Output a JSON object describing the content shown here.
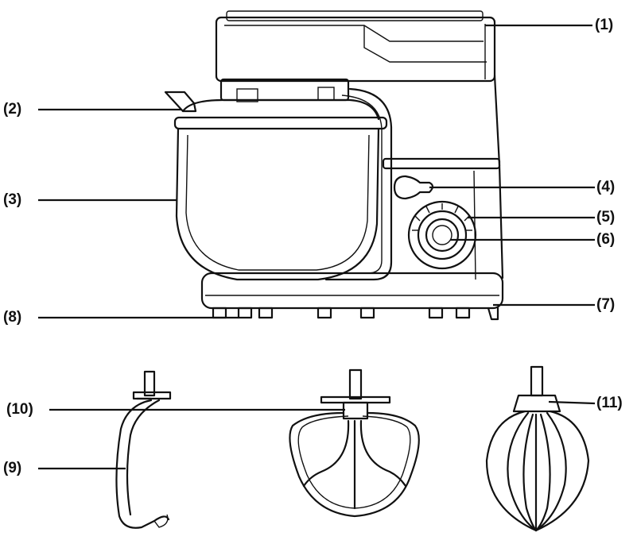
{
  "callouts": {
    "c1": "(1)",
    "c2": "(2)",
    "c3": "(3)",
    "c4": "(4)",
    "c5": "(5)",
    "c6": "(6)",
    "c7": "(7)",
    "c8": "(8)",
    "c9": "(9)",
    "c10": "(10)",
    "c11": "(11)"
  }
}
